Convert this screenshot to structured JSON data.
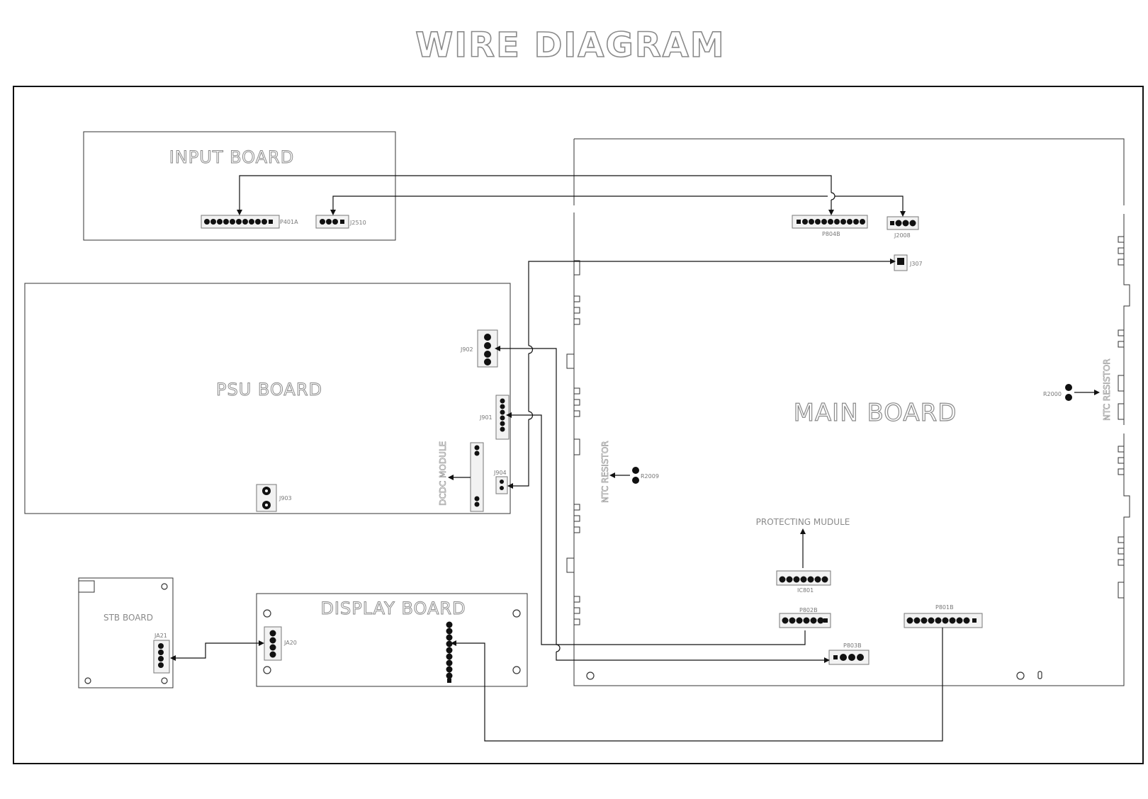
{
  "title": "WIRE DIAGRAM",
  "boards": {
    "input": "INPUT BOARD",
    "psu": "PSU BOARD",
    "main": "MAIN BOARD",
    "display": "DISPLAY BOARD",
    "stb": "STB BOARD"
  },
  "modules": {
    "dcdc": "DCDC MODULE",
    "protecting": "PROTECTING MUDULE",
    "ntc_left": "NTC RESISTOR",
    "ntc_right": "NTC RESISTOR"
  },
  "connectors": {
    "p401a": "P401A",
    "j2510": "J2510",
    "p804b": "P804B",
    "j2008": "J2008",
    "j307": "J307",
    "j902": "J902",
    "j901": "J901",
    "j904": "J904",
    "j903": "J903",
    "r2000": "R2000",
    "r2009": "R2009",
    "ic801": "IC801",
    "p802b": "P802B",
    "p801b": "P801B",
    "p803b": "P803B",
    "ja20": "JA20",
    "ja21": "JA21"
  }
}
